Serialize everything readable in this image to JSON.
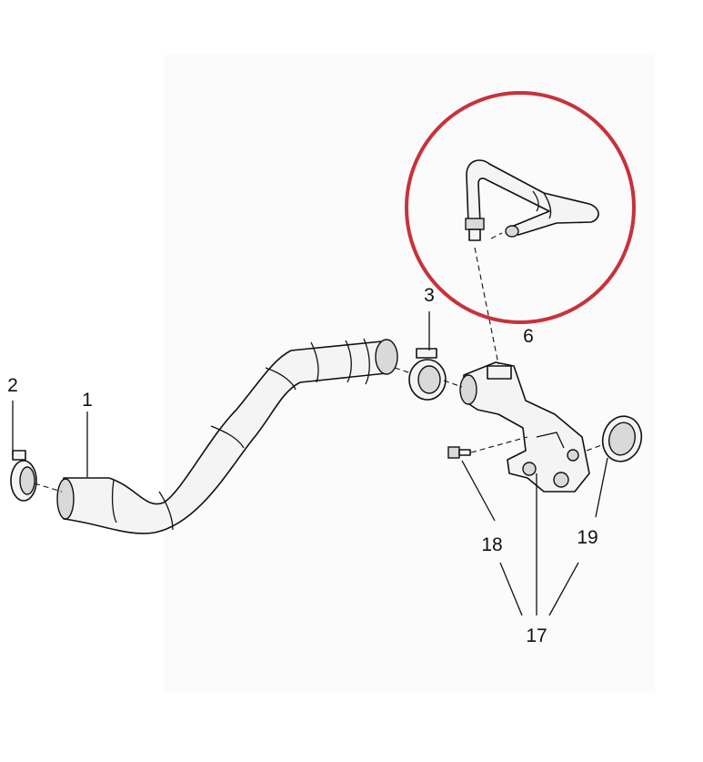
{
  "diagram": {
    "callouts": [
      "1",
      "2",
      "3",
      "6",
      "17",
      "18",
      "19"
    ],
    "highlight_color": "#c8323a",
    "line_color": "#111111",
    "background": "#ffffff"
  }
}
